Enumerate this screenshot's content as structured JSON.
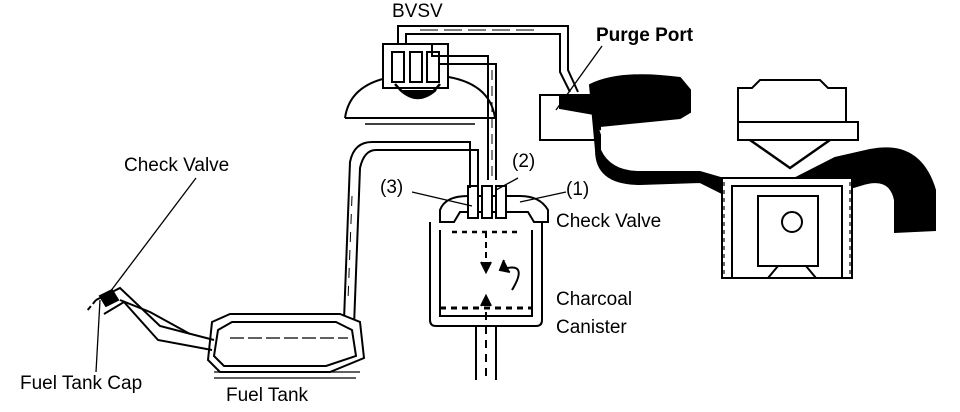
{
  "labels": {
    "bvsv": "BVSV",
    "purge_port": "Purge Port",
    "check_valve_left": "Check Valve",
    "port_3": "(3)",
    "port_2": "(2)",
    "port_1": "(1)",
    "check_valve_right": "Check Valve",
    "charcoal": "Charcoal",
    "canister": "Canister",
    "fuel_tank_cap": "Fuel Tank Cap",
    "fuel_tank": "Fuel Tank"
  },
  "colors": {
    "ink": "#000000",
    "paper": "#ffffff"
  }
}
